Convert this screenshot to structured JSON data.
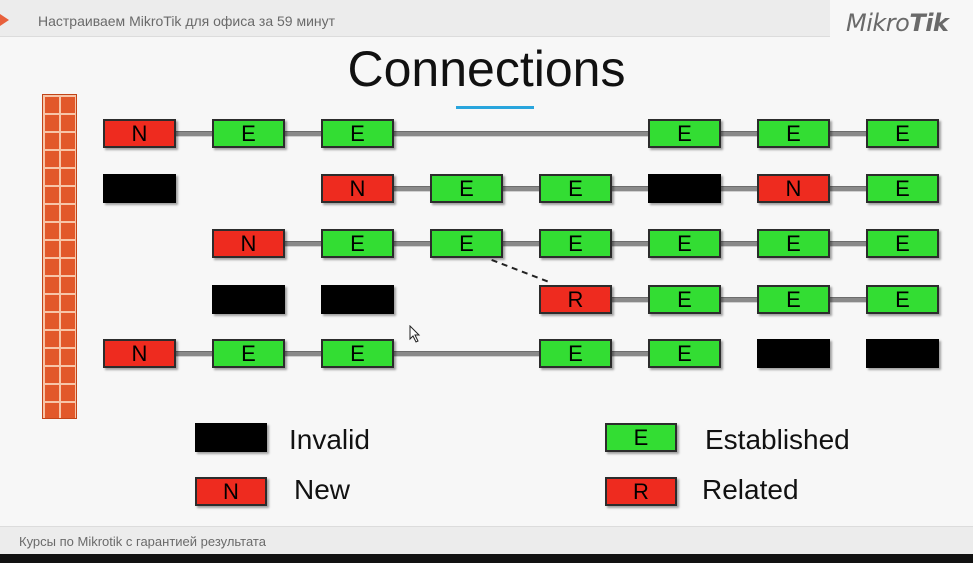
{
  "header": {
    "title": "Настраиваем MikroTik для офиса за 59 минут"
  },
  "logo": {
    "part1": "Mikro",
    "part2": "Tik"
  },
  "slide": {
    "title": "Connections"
  },
  "legend": {
    "invalid": "Invalid",
    "new": "New",
    "established": "Established",
    "related": "Related",
    "new_letter": "N",
    "established_letter": "E",
    "related_letter": "R"
  },
  "rows": [
    [
      "N",
      "E",
      "E",
      null,
      null,
      "E",
      "E",
      "E"
    ],
    [
      "X",
      null,
      "N",
      "E",
      "E",
      "X",
      "N",
      "E"
    ],
    [
      null,
      "N",
      "E",
      "E",
      "E",
      "E",
      "E",
      "E"
    ],
    [
      null,
      "X",
      "X",
      null,
      "R",
      "E",
      "E",
      "E"
    ],
    [
      "N",
      "E",
      "E",
      null,
      "E",
      "E",
      "X",
      "X"
    ]
  ],
  "footer": {
    "text": "Курсы по Mikrotik с гарантией результата"
  },
  "colors": {
    "established": "#33dd33",
    "new": "#ee2b1f",
    "invalid": "#000000",
    "firewall": "#e2582a",
    "accent": "#29a5dd"
  }
}
